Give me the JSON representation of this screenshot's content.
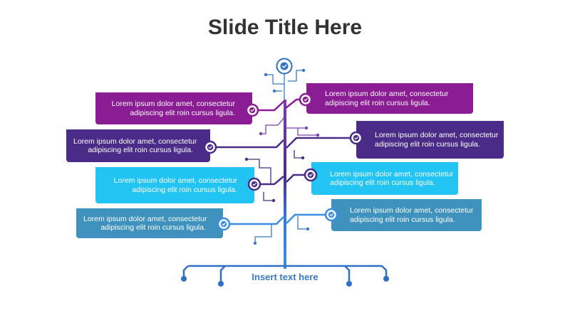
{
  "title": "Slide Title Here",
  "footer": "Insert text here",
  "colors": {
    "magenta": "#8a1c94",
    "dark_purple": "#4a2c88",
    "cyan": "#22c4f4",
    "steel_blue": "#3f92be",
    "trunk_top": "#7a3fb0",
    "trunk_bottom": "#3a8ee6",
    "root": "#2f6fc4"
  },
  "boxes": [
    {
      "side": "left",
      "color": "#8a1c94",
      "line1": "Lorem ipsum dolor amet, consectetur",
      "line2": "adipiscing elit roin cursus ligula."
    },
    {
      "side": "right",
      "color": "#8a1c94",
      "line1": "Lorem ipsum dolor amet, consectetur",
      "line2": "adipiscing elit roin cursus ligula."
    },
    {
      "side": "left",
      "color": "#4a2c88",
      "line1": "Lorem ipsum dolor amet, consectetur",
      "line2": "adipiscing elit roin cursus ligula."
    },
    {
      "side": "right",
      "color": "#4a2c88",
      "line1": "Lorem ipsum dolor amet, consectetur",
      "line2": "adipiscing elit roin cursus ligula."
    },
    {
      "side": "left",
      "color": "#22c4f4",
      "line1": "Lorem ipsum dolor amet, consectetur",
      "line2": "adipiscing elit roin cursus ligula."
    },
    {
      "side": "right",
      "color": "#22c4f4",
      "line1": "Lorem ipsum dolor amet, consectetur",
      "line2": "adipiscing elit roin cursus ligula."
    },
    {
      "side": "left",
      "color": "#3f92be",
      "line1": "Lorem ipsum dolor amet, consectetur",
      "line2": "adipiscing elit roin cursus ligula."
    },
    {
      "side": "right",
      "color": "#3f92be",
      "line1": "Lorem ipsum dolor amet, consectetur",
      "line2": "adipiscing elit roin cursus ligula."
    }
  ],
  "icons": {
    "node": "check-circle-icon",
    "top": "check-circle-icon"
  }
}
